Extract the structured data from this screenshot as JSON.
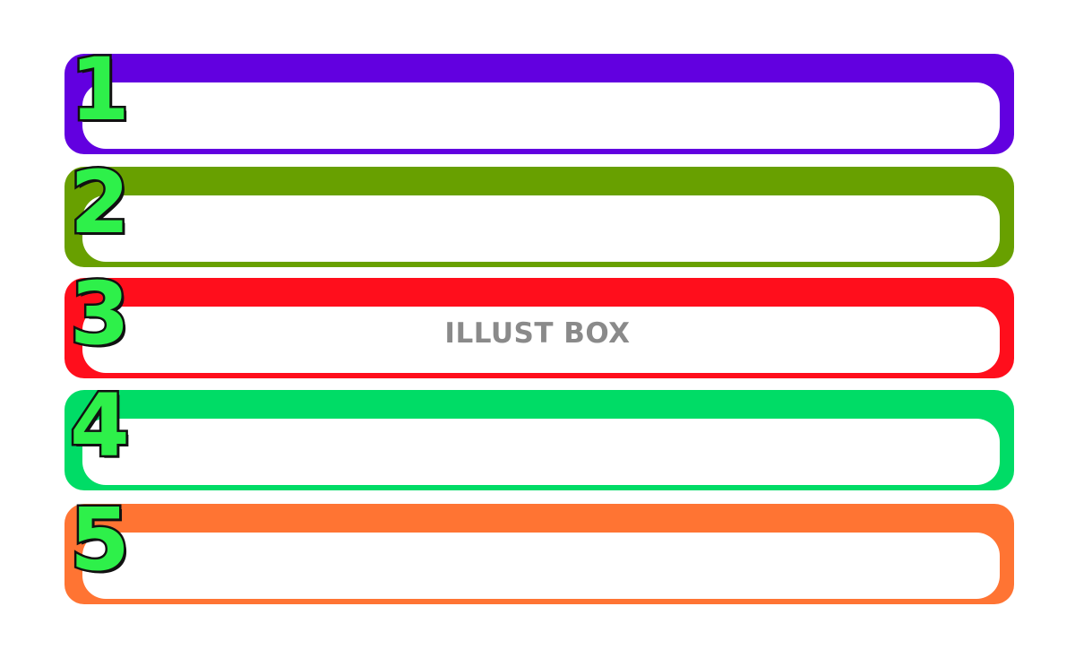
{
  "items": [
    {
      "number": "1",
      "color": "#6200e0"
    },
    {
      "number": "2",
      "color": "#68a000"
    },
    {
      "number": "3",
      "color": "#ff0e1c"
    },
    {
      "number": "4",
      "color": "#00dc66"
    },
    {
      "number": "5",
      "color": "#ff7433"
    }
  ],
  "watermark": "ILLUST BOX"
}
